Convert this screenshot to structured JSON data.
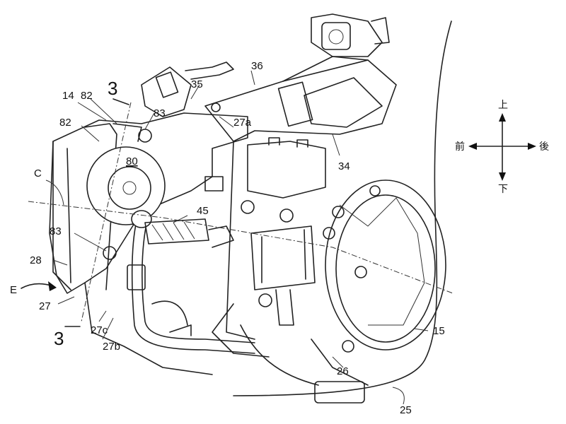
{
  "labels": {
    "l14": "14",
    "l82": "82",
    "l3": "3",
    "l83": "83",
    "l35": "35",
    "l36": "36",
    "l27a": "27a",
    "l80": "80",
    "lC": "C",
    "l45": "45",
    "l34": "34",
    "l28": "28",
    "lE": "E",
    "l27": "27",
    "l27c": "27c",
    "l27b": "27b",
    "l26": "26",
    "l15": "15",
    "l25": "25"
  },
  "directions": {
    "up": "上",
    "down": "下",
    "front": "前",
    "rear": "後"
  }
}
